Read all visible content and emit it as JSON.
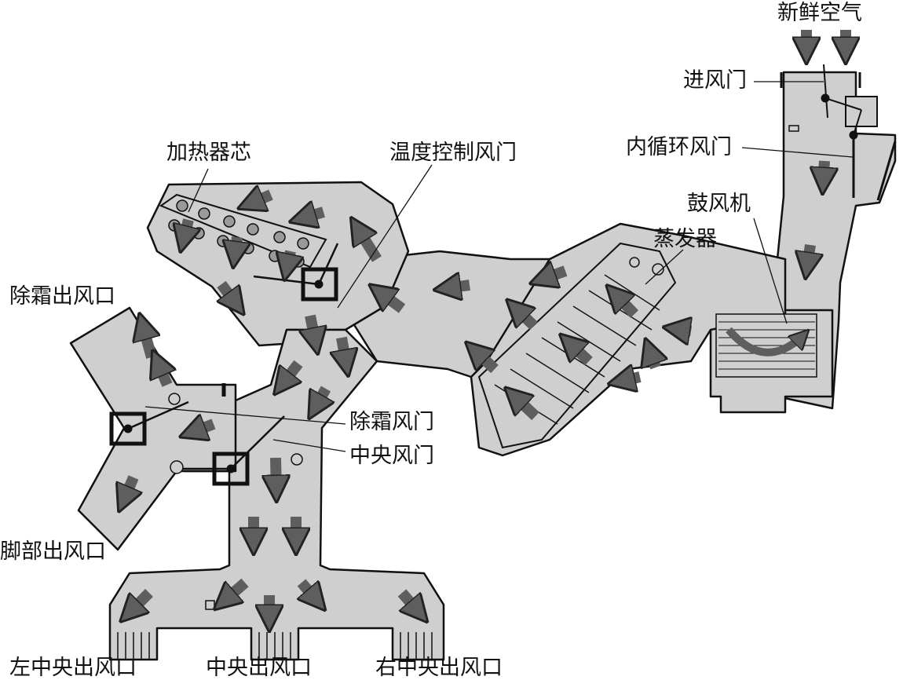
{
  "labels": {
    "fresh_air": "新鲜空气",
    "inlet_door": "进风门",
    "recirc_door": "内循环风门",
    "temp_door": "温度控制风门",
    "heater_core": "加热器芯",
    "blower": "鼓风机",
    "evaporator": "蒸发器",
    "defrost_outlet": "除霜出风口",
    "defrost_door": "除霜风门",
    "center_door": "中央风门",
    "foot_outlet": "脚部出风口",
    "left_center_outlet": "左中央出风口",
    "center_outlet": "中央出风口",
    "right_center_outlet": "右中央出风口"
  },
  "colors": {
    "duct_fill": "#cfcfcf",
    "arrow_fill": "#5e5e5e",
    "outline": "#111111",
    "tube_fill": "#9a9a9a"
  }
}
